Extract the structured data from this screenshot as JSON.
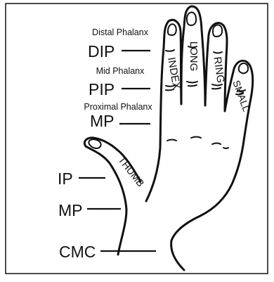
{
  "labels": {
    "distal_phalanx": "Distal Phalanx",
    "dip": "DIP",
    "mid_phalanx": "Mid Phalanx",
    "pip": "PIP",
    "proximal_phalanx": "Proximal Phalanx",
    "mp_upper": "MP",
    "ip": "IP",
    "mp_lower": "MP",
    "cmc": "CMC"
  },
  "fingers": {
    "index": "INDEX",
    "long": "LONG",
    "ring": "RING",
    "small": "SMALL",
    "thumb": "THUMB"
  }
}
